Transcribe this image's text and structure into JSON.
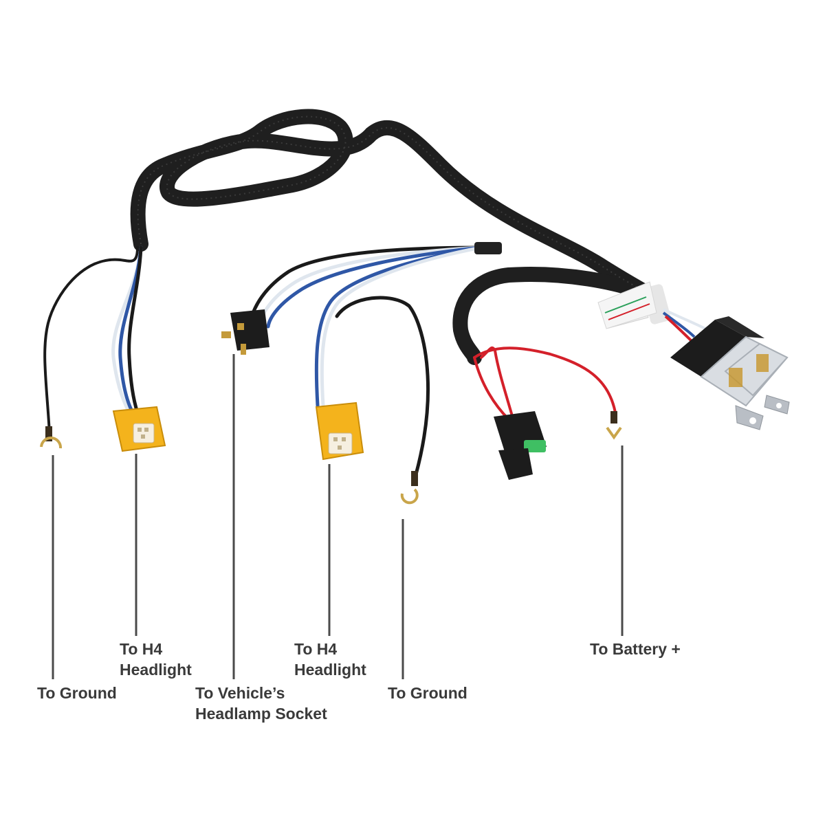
{
  "labels": {
    "ground_left": [
      "To Ground"
    ],
    "h4_left": [
      "To H4",
      "Headlight"
    ],
    "vehicle_socket": [
      "To Vehicle’s",
      "Headlamp Socket"
    ],
    "h4_right": [
      "To H4",
      "Headlight"
    ],
    "ground_right": [
      "To Ground"
    ],
    "battery": [
      "To Battery +"
    ]
  },
  "colors": {
    "sleeve": "#1f1f1f",
    "wire_black": "#1a1a1a",
    "wire_blue": "#2f57a6",
    "wire_white": "#dfe6ee",
    "wire_red": "#d4202a",
    "connector_yellow": "#f4b31c",
    "leader_line": "#4a4a4a",
    "fuse_green": "#3fbf63",
    "relay_clear": "#d9dde2"
  }
}
